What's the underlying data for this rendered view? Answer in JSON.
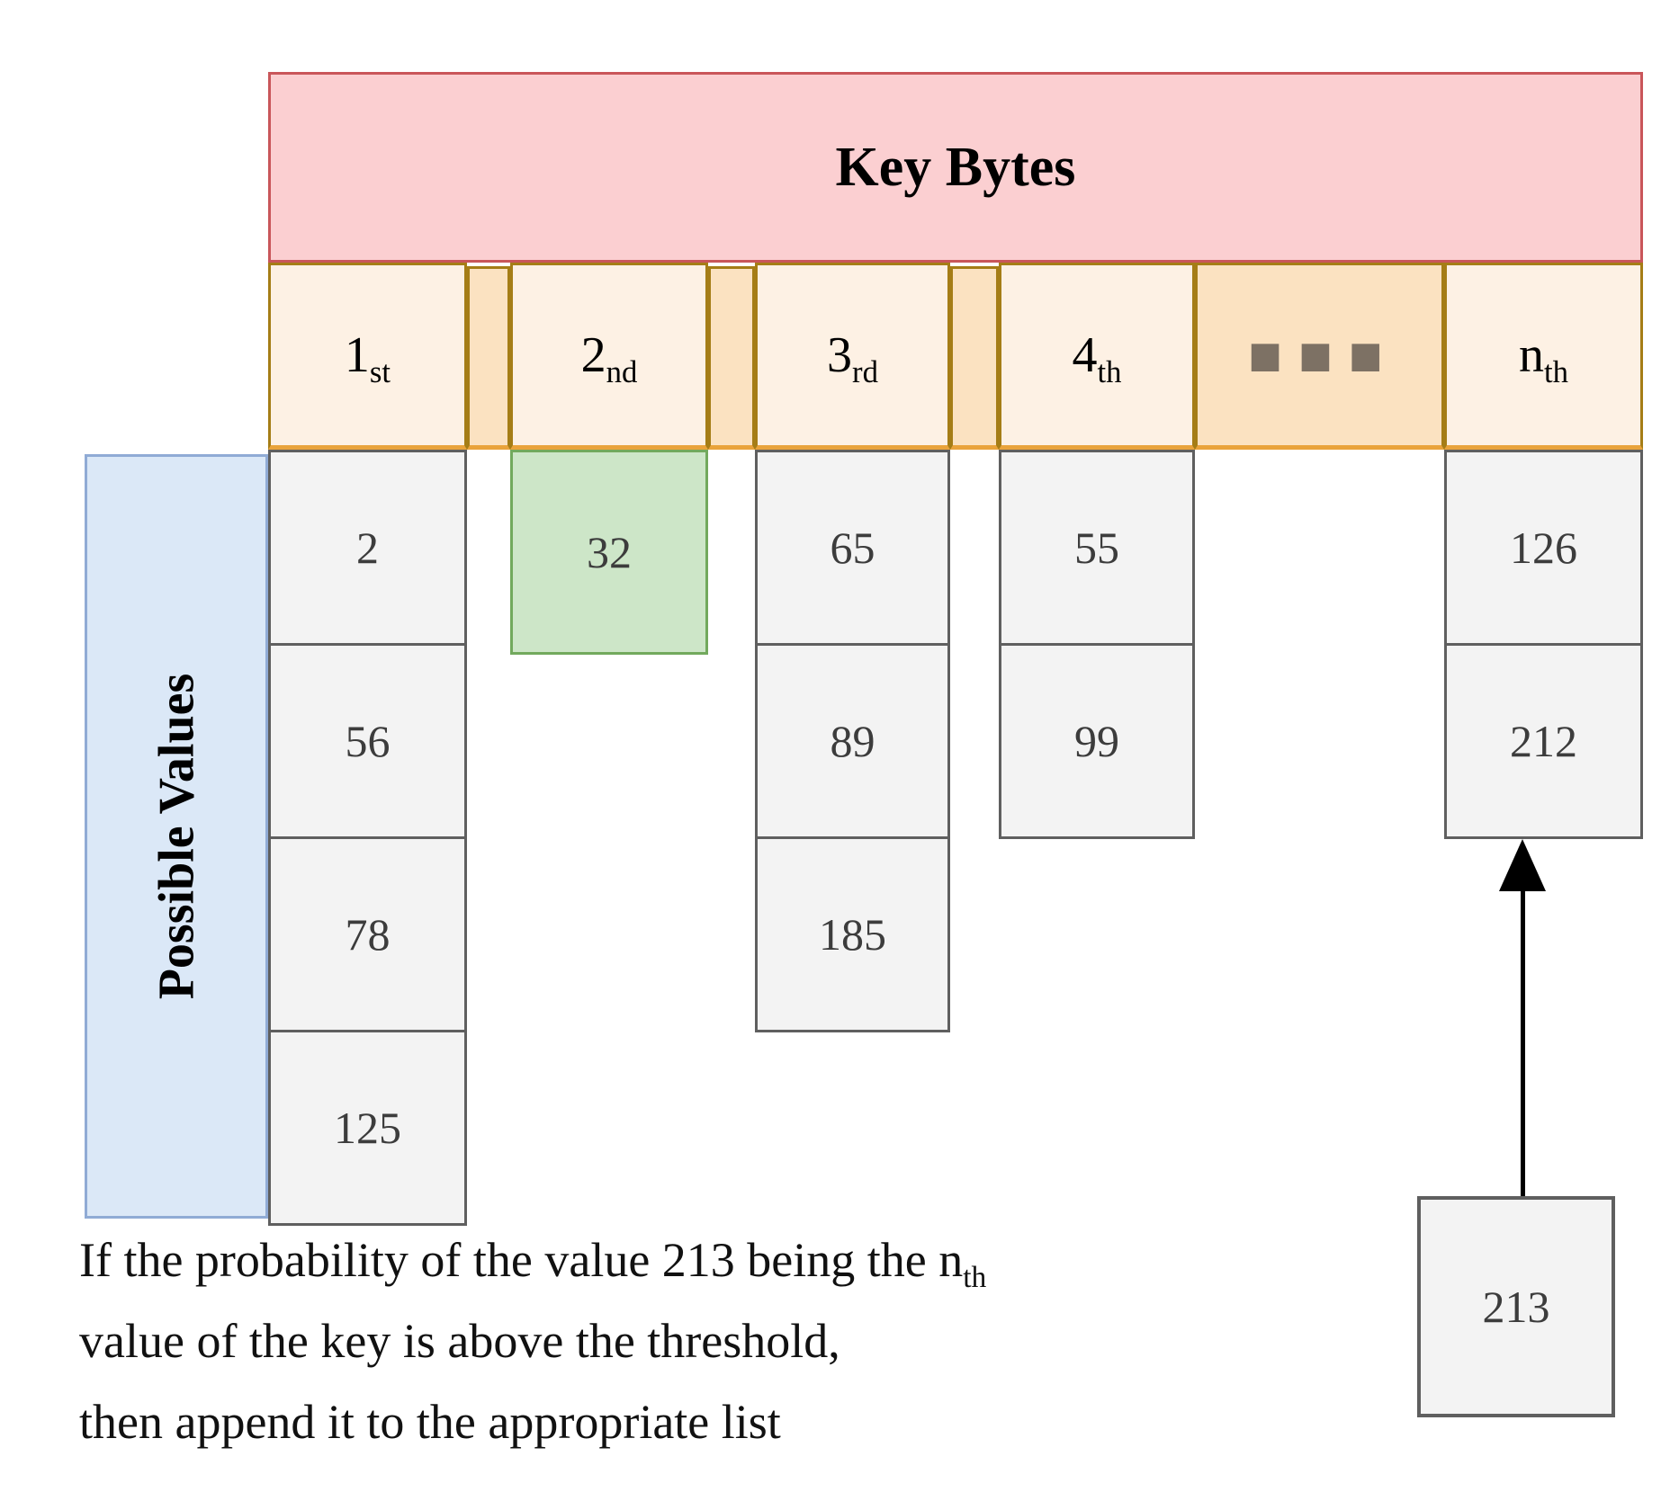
{
  "banner": {
    "label": "Key Bytes"
  },
  "sidebar": {
    "label": "Possible Values"
  },
  "columns": [
    {
      "id": "1st",
      "label_main": "1",
      "label_sub": "st",
      "values": [
        "2",
        "56",
        "78",
        "125"
      ]
    },
    {
      "id": "2nd",
      "label_main": "2",
      "label_sub": "nd",
      "values": [
        "32"
      ],
      "highlighted": true
    },
    {
      "id": "3rd",
      "label_main": "3",
      "label_sub": "rd",
      "values": [
        "65",
        "89",
        "185"
      ]
    },
    {
      "id": "4th",
      "label_main": "4",
      "label_sub": "th",
      "values": [
        "55",
        "99"
      ]
    },
    {
      "id": "nth",
      "label_main": "n",
      "label_sub": "th",
      "values": [
        "126",
        "212"
      ]
    }
  ],
  "ellipsis_icon": "■■■",
  "floating_box": {
    "value": "213"
  },
  "caption": {
    "line1_text": "If the probability of the value 213 being the n",
    "line1_sub": "th",
    "line2": "value of the key is above the threshold,",
    "line3": "then append it to the appropriate list"
  },
  "colors": {
    "banner_fill": "#fbcfd1",
    "banner_border": "#c9565a",
    "header_fill": "#fdf1e4",
    "header_border": "#a57d16",
    "header_accent": "#e9a33b",
    "spacer_fill": "#fbe2c1",
    "cell_fill": "#f3f3f3",
    "cell_border": "#5f5f5f",
    "cell_text": "#3c3c3c",
    "green_fill": "#cde6c8",
    "green_border": "#72a95d",
    "blue_fill": "#dbe8f7",
    "blue_border": "#90abd5",
    "dots_color": "#7d7164",
    "arrow_color": "#000000"
  }
}
